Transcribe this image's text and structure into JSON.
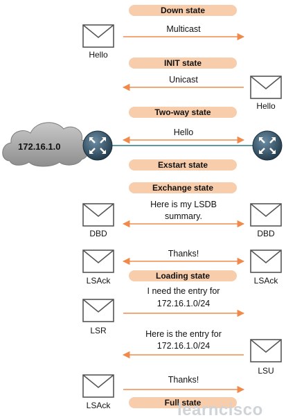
{
  "states": {
    "down": "Down state",
    "init": "INIT state",
    "two_way": "Two-way state",
    "exstart": "Exstart state",
    "exchange": "Exchange state",
    "loading": "Loading state",
    "full": "Full state"
  },
  "messages": {
    "multicast": "Multicast",
    "unicast": "Unicast",
    "hello": "Hello",
    "lsdb_line1": "Here is my LSDB",
    "lsdb_line2": "summary.",
    "thanks1": "Thanks!",
    "need_line1": "I need the entry for",
    "need_line2": "172.16.1.0/24",
    "here_line1": "Here is the entry for",
    "here_line2": "172.16.1.0/24",
    "thanks2": "Thanks!"
  },
  "packets": {
    "hello_left": "Hello",
    "hello_right": "Hello",
    "dbd_left": "DBD",
    "dbd_right": "DBD",
    "lsack_left": "LSAck",
    "lsack_right": "LSAck",
    "lsr": "LSR",
    "lsu": "LSU",
    "lsack_final": "LSAck"
  },
  "network": "172.16.1.0",
  "watermark": "learncisco",
  "colors": {
    "state_fill": "#f8cdab",
    "arrow": "#f08a4b",
    "link": "#5b9aa0",
    "router": "#2c4a5c",
    "cloud": "#9a9a9a"
  }
}
